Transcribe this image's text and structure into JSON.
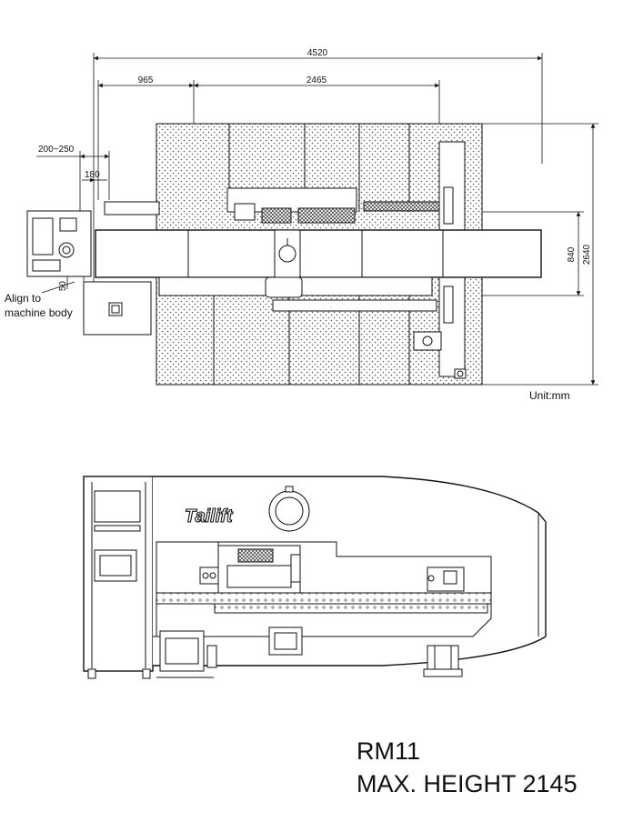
{
  "top_view": {
    "dims": {
      "overall_width": "4520",
      "left_span": "965",
      "right_span": "2465",
      "offset_range": "200~250",
      "offset_small": "180",
      "offset_align": "50",
      "table_gap": "840",
      "overall_depth": "2640"
    },
    "align_note_line1": "Align to",
    "align_note_line2": "machine body",
    "unit": "Unit:mm"
  },
  "side_view": {
    "logo": "Tailift"
  },
  "model": {
    "name": "RM11",
    "max_height": "MAX. HEIGHT 2145"
  }
}
